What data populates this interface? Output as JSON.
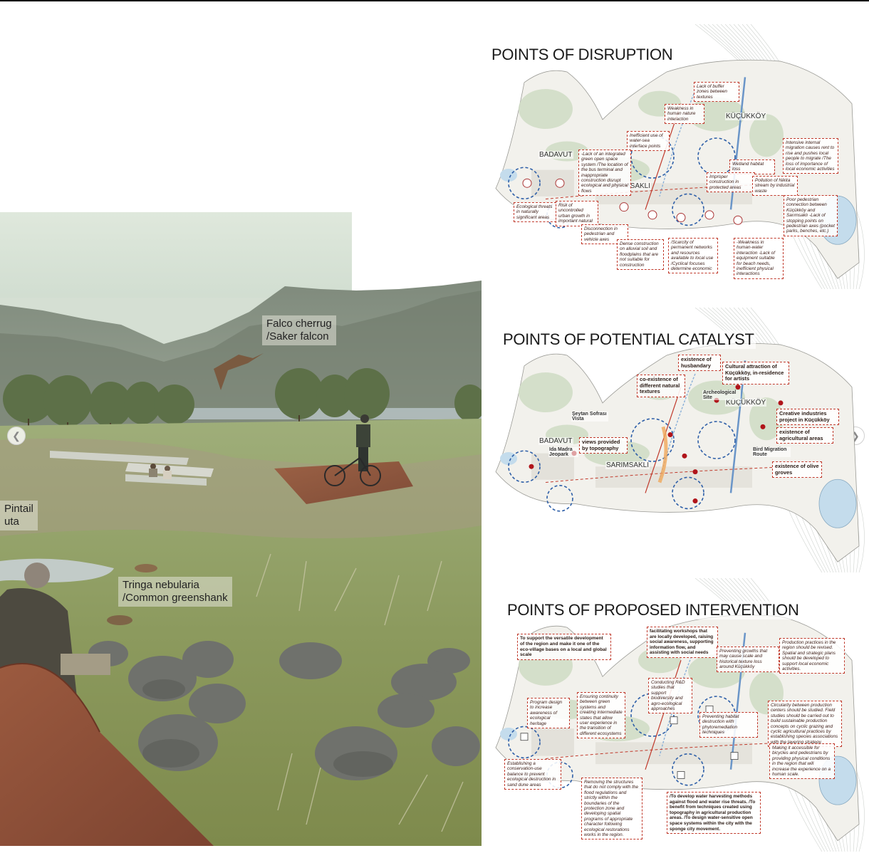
{
  "scene": {
    "labels": {
      "falcon": [
        "Falco cherrug",
        "/Saker falcon"
      ],
      "pintail": [
        "Pintail",
        "uta"
      ],
      "greenshank": [
        "Tringa nebularia",
        "/Common greenshank"
      ]
    }
  },
  "carousel": {
    "prev_icon": "chevron-left-icon",
    "next_icon": "chevron-right-icon"
  },
  "maps": {
    "disruption": {
      "title": "POINTS OF DISRUPTION",
      "places": [
        "BADAVUT",
        "SARIMSAKLI",
        "KÜÇÜKKÖY"
      ],
      "notes": [
        "Lack of buffer zones between textures",
        "Weakness in human nature interaction",
        "Inefficient use of water-sea interface points",
        "-Lack of an integrated green open space system /The location of the bus terminal and inappropriate construction disrupt ecological and physical flows",
        "Intensive internal migration causes rent to rise and pushes local people to migrate /The loss of importance of local economic activities",
        "Wetland habitat loss",
        "Improper construction in protected areas",
        "Pollution of Nikita stream by industrial waste",
        "Ecological threats in naturally significant areas",
        "Risk of uncontrolled urban growth in important natural",
        "Poor pedestrian connection between Küçükköy and Sarımsaklı -Lack of stopping points on pedestrian axes (pocket parks, benches, etc.)",
        "Disconnection in pedestrian and vehicle axes",
        "Dense construction on alluvial soil and floodplains that are not suitable for construction",
        "/Scarcity of permanent networks and resources available to local use /Cyclical focuses determine economic",
        "-Weakness in human-water interaction -Lack of equipment suitable for beach needs, inefficient physical interactions"
      ]
    },
    "catalyst": {
      "title": "POINTS OF POTENTIAL CATALYST",
      "places": [
        "BADAVUT",
        "SARIMSAKLI",
        "KÜÇÜKKÖY",
        "Şeytan Sofrası Vista",
        "Ida Madra Jeopark",
        "Archeological Site",
        "Bird Migration Route"
      ],
      "notes": [
        "existence of husbandary",
        "co-existence of different natural textures",
        "Cultural attraction of Küçükköy, in-residence for artists",
        "Creative industries project in Küçükköy",
        "existence of agricultural areas",
        "views provided by topography",
        "existence of olive groves"
      ]
    },
    "intervention": {
      "title": "POINTS OF PROPOSED INTERVENTION",
      "notes": [
        "To support the versatile development of the region and make it one of the eco-village bases on a local and global scale",
        "facilitating workshops that are locally developed, raising social awareness, supporting information flow, and assisting with social needs",
        "Preventing growths that may cause scale and historical texture loss around Küçükköy",
        "Production practices in the region should be revised. Spatial and strategic plans should be developed to support local economic activities.",
        "Conducting R&D studies that support biodiversity and agro-ecological approaches",
        "Program design to increase awareness of ecological heritage",
        "Ensuring continuity between green systems and creating intermediate states that allow user experience in the transition of different ecosystems",
        "Preventing habitat destruction with phytoremediation techniques",
        "Circularity between production centers should be studied. Field studies should be carried out to build sustainable production concepts on cyclic grazing and cyclic agricultural practices by establishing species associations with the layering strategy.",
        "Making it accessible for bicycles and pedestrians by providing physical conditions in the region that will increase the experience on a human scale.",
        "Establishing a conservation-use balance to prevent ecological destruction in sand dune areas",
        "Removing the structures that do not comply with the flood regulations and strictly within the boundaries of the protection zone and developing spatial programs of appropriate character following ecological restorations works in the region.",
        "/To develop water harvesting methods against flood and water rise threats. /To benefit from techniques created using topography in agricultural production areas. /To design water-sensitive open space systems within the city with the sponge city movement."
      ]
    }
  }
}
